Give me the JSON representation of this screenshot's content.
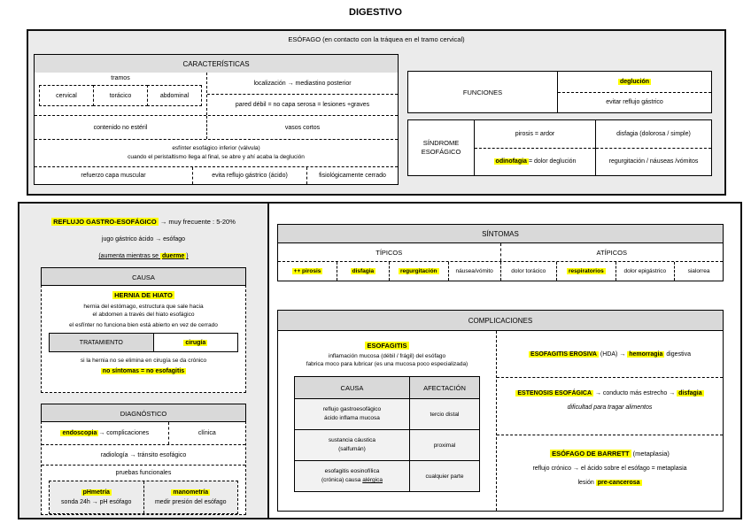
{
  "title": "DIGESTIVO",
  "esofago": {
    "heading": "ESÓFAGO (en contacto con la tráquea en el tramo cervical)",
    "caracteristicas": {
      "header": "CARACTERÍSTICAS",
      "tramos_label": "tramos",
      "tramos": [
        "cervical",
        "torácico",
        "abdominal"
      ],
      "localizacion": "localización → mediastino posterior",
      "pared_debil": "pared débil = no capa serosa = lesiones +graves",
      "contenido": "contenido no estéril",
      "vasos": "vasos cortos",
      "esfinter_l1": "esfínter esofágico inferior  (válvula)",
      "esfinter_l2": "cuando el peristaltismo llega al final, se abre y ahí acaba la deglución",
      "inferior_cells": [
        "refuerzo capa muscular",
        "evita reflujo gástrico (ácido)",
        "fisiológicamente cerrado"
      ]
    },
    "funciones": {
      "label": "FUNCIONES",
      "fn1": "deglución",
      "fn2": "evitar reflujo gástrico"
    },
    "sindrome": {
      "label_l1": "SÍNDROME",
      "label_l2": "ESOFÁGICO",
      "pirosis": "pirosis = ardor",
      "disfagia": "disfagia  (dolorosa / simple)",
      "odinofagia_hl": "odinofagia",
      "odinofagia_rest": " = dolor deglución",
      "regurgitacion": "regurgitación / náuseas /vómitos"
    }
  },
  "reflujo": {
    "title_hl": "REFLUJO GASTRO-ESOFÁGICO",
    "title_rest": " → muy frecuente : 5-20%",
    "line2": "jugo gástrico ácido → esófago",
    "line3_pre": "(aumenta mientras se ",
    "line3_hl": "duerme",
    "line3_post": ")",
    "causa": {
      "header": "CAUSA",
      "hernia_title": "HERNIA DE HIATO",
      "desc_l1": "hernia del estómago, estructura que sale hacia",
      "desc_l2": "el abdomen a través del hiato esofágico",
      "esfinter": "el esfínter no funciona bien está abierto en vez de cerrado",
      "tratamiento_label": "TRATAMIENTO",
      "tratamiento_value": "cirugía",
      "cronico": "si la hernia no se elimina en cirugía se da crónico",
      "no_sintomas": "no síntomas = no esofagitis"
    },
    "diagnostico": {
      "header": "DIAGNÓSTICO",
      "endoscopia_hl": "endoscopia",
      "endoscopia_rest": " → complicaciones",
      "clinica": "clínica",
      "radiologia": "radiología → tránsito esofágico",
      "pruebas": "pruebas funcionales",
      "phmetria_title": "pHmetría",
      "phmetria_desc": "sonda 24h → pH esófago",
      "manometria_title": "manometría",
      "manometria_desc": "medir presión del esófago"
    }
  },
  "sintomas": {
    "header": "SÍNTOMAS",
    "tipicos_label": "TÍPICOS",
    "atipicos_label": "ATÍPICOS",
    "cells": [
      "++ pirosis",
      "disfagia",
      "regurgitación",
      "náusea/vómito",
      "dolor torácico",
      "respiratorios",
      "dolor epigástrico",
      "sialorrea"
    ]
  },
  "complicaciones": {
    "header": "COMPLICACIONES",
    "esofagitis": {
      "title": "ESOFAGITIS",
      "desc_l1": "inflamación mucosa (débil / frágil) del esófago",
      "desc_l2": "fabrica moco para lubricar (es una mucosa poco especializada)",
      "tabla": {
        "causa_header": "CAUSA",
        "afectacion_header": "AFECTACIÓN",
        "rows": [
          {
            "causa_l1": "reflujo gastroesofágico",
            "causa_l2": "ácido inflama mucosa",
            "causa_l2_u": "",
            "afectacion": "tercio distal"
          },
          {
            "causa_l1": "sustancia cáustica",
            "causa_l2": "(salfumán)",
            "causa_l2_u": "",
            "afectacion": "proximal"
          },
          {
            "causa_l1": "esofagitis eosinofílica",
            "causa_l2": "(crónica) causa ",
            "causa_l2_u": "alérgica",
            "afectacion": "cualquier parte"
          }
        ]
      }
    },
    "erosiva": {
      "title_hl": "ESOFAGITIS EROSIVA",
      "mid": " (HDA) → ",
      "hemorragia_hl": "hemorragia",
      "rest": " digestiva"
    },
    "estenosis": {
      "title_hl": "ESTENOSIS ESOFÁGICA",
      "mid": " → conducto más estrecho → ",
      "disfagia_hl": "disfagia",
      "line2": "dificultad para tragar alimentos"
    },
    "barrett": {
      "title_hl": "ESÓFAGO DE BARRETT",
      "title_rest": " (metaplasia)",
      "line2": "reflujo crónico → el ácido sobre el esófago = metaplasia",
      "line3_pre": "lesión ",
      "line3_hl": "pre-cancerosa"
    }
  },
  "colors": {
    "highlight": "#ffff00",
    "panel_bg": "#ebebeb",
    "header_bg": "#d9d9d9"
  }
}
